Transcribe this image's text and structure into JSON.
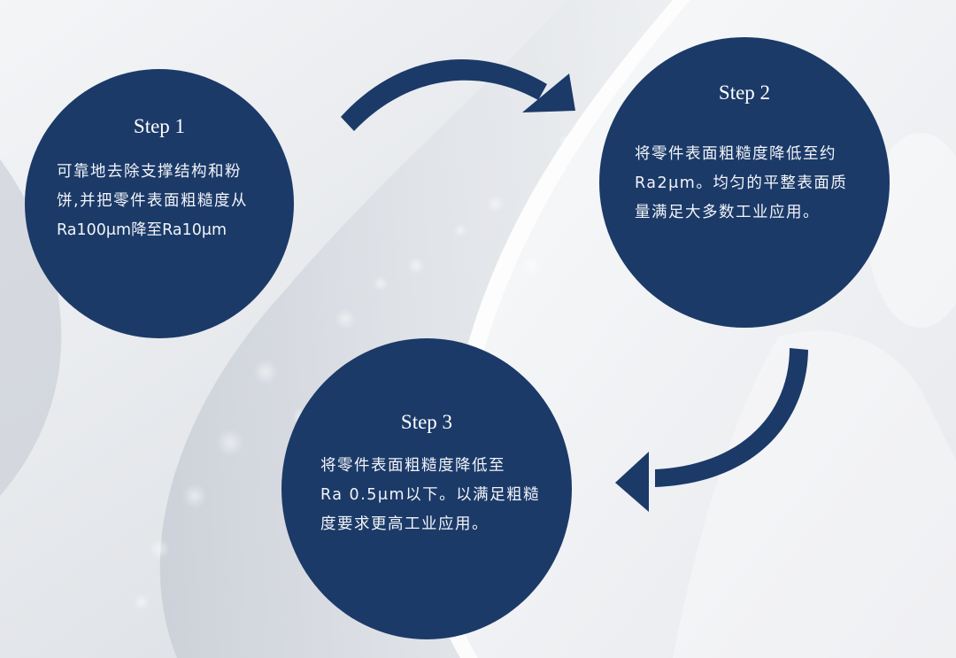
{
  "diagram": {
    "type": "process-cycle",
    "colors": {
      "circle_fill": "#1b3a68",
      "arrow_fill": "#1b3a68",
      "text": "#ffffff",
      "background": "#eceef1"
    },
    "steps": [
      {
        "title": "Step 1",
        "lines": [
          "可靠地去除支撑结构和粉",
          "饼,并把零件表面粗糙度从",
          "Ra100μm降至Ra10μm"
        ]
      },
      {
        "title": "Step 2",
        "lines": [
          "将零件表面粗糙度降低至约",
          "Ra2μm。均匀的平整表面质",
          "量满足大多数工业应用。"
        ]
      },
      {
        "title": "Step 3",
        "lines": [
          "将零件表面粗糙度降低至",
          "Ra 0.5μm以下。以满足粗糙",
          "度要求更高工业应用。"
        ]
      }
    ],
    "arrows": [
      {
        "from": "Step 1",
        "to": "Step 2",
        "icon": "curved-arrow-right-icon"
      },
      {
        "from": "Step 2",
        "to": "Step 3",
        "icon": "curved-arrow-left-icon"
      }
    ]
  }
}
